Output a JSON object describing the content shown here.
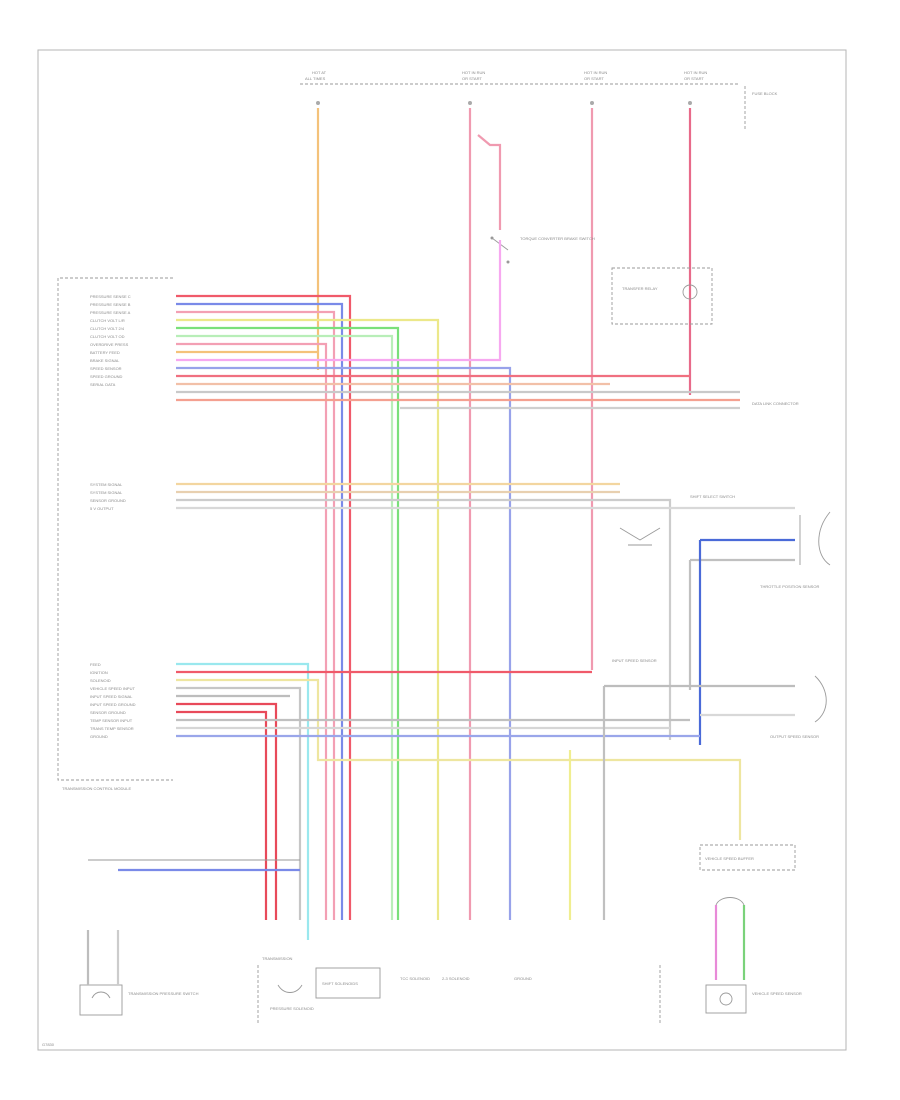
{
  "diagram": {
    "fuses": [
      {
        "top": "HOT AT",
        "bottom": "ALL TIMES"
      },
      {
        "top": "HOT IN RUN",
        "bottom": "OR START"
      },
      {
        "top": "HOT IN RUN",
        "bottom": "OR START"
      },
      {
        "top": "HOT IN RUN",
        "bottom": "OR START"
      }
    ],
    "fuse_block": "FUSE BLOCK",
    "pcm_pins_upper": [
      "PRESSURE SENSE C",
      "PRESSURE SENSE B",
      "PRESSURE SENSE A",
      "CLUTCH VOLT L/R",
      "CLUTCH VOLT 2/4",
      "CLUTCH VOLT OD",
      "OVERDRIVE PRESS",
      "BATTERY FEED",
      "BRAKE SIGNAL",
      "SPEED SENSOR",
      "SPEED GROUND",
      "SERIAL DATA"
    ],
    "pcm_pins_mid": [
      "SYSTEM SIGNAL",
      "SYSTEM SIGNAL",
      "SENSOR GROUND",
      "5 V OUTPUT"
    ],
    "pcm_pins_lower": [
      "FEED",
      "IGNITION",
      "SOLENOID",
      "VEHICLE SPEED INPUT",
      "INPUT SPEED SIGNAL",
      "INPUT SPEED GROUND",
      "SENSOR GROUND",
      "TEMP SENSOR INPUT",
      "TRANS TEMP SENSOR",
      "GROUND"
    ],
    "pcm_label": "TRANSMISSION CONTROL MODULE",
    "labels": {
      "brake_switch": "TORQUE CONVERTER BRAKE SWITCH",
      "transfer_relay": "TRANSFER RELAY",
      "data_link": "DATA LINK CONNECTOR",
      "shift_switch": "SHIFT SELECT SWITCH",
      "throttle": "THROTTLE POSITION SENSOR",
      "output_speed": "OUTPUT SPEED SENSOR",
      "input_speed": "INPUT SPEED SENSOR",
      "vss_buffer": "VEHICLE SPEED BUFFER",
      "transmission": "TRANSMISSION",
      "trans_pressure": "TRANSMISSION PRESSURE SWITCH",
      "pressure_sol": "PRESSURE SOLENOID",
      "shift_sol": "SHIFT SOLENOIDS",
      "cc_sol": "TCC SOLENOID",
      "ds_sol": "2-3 SOLENOID",
      "ground": "GROUND",
      "vss": "VEHICLE SPEED SENSOR",
      "footer": "G7830"
    }
  }
}
